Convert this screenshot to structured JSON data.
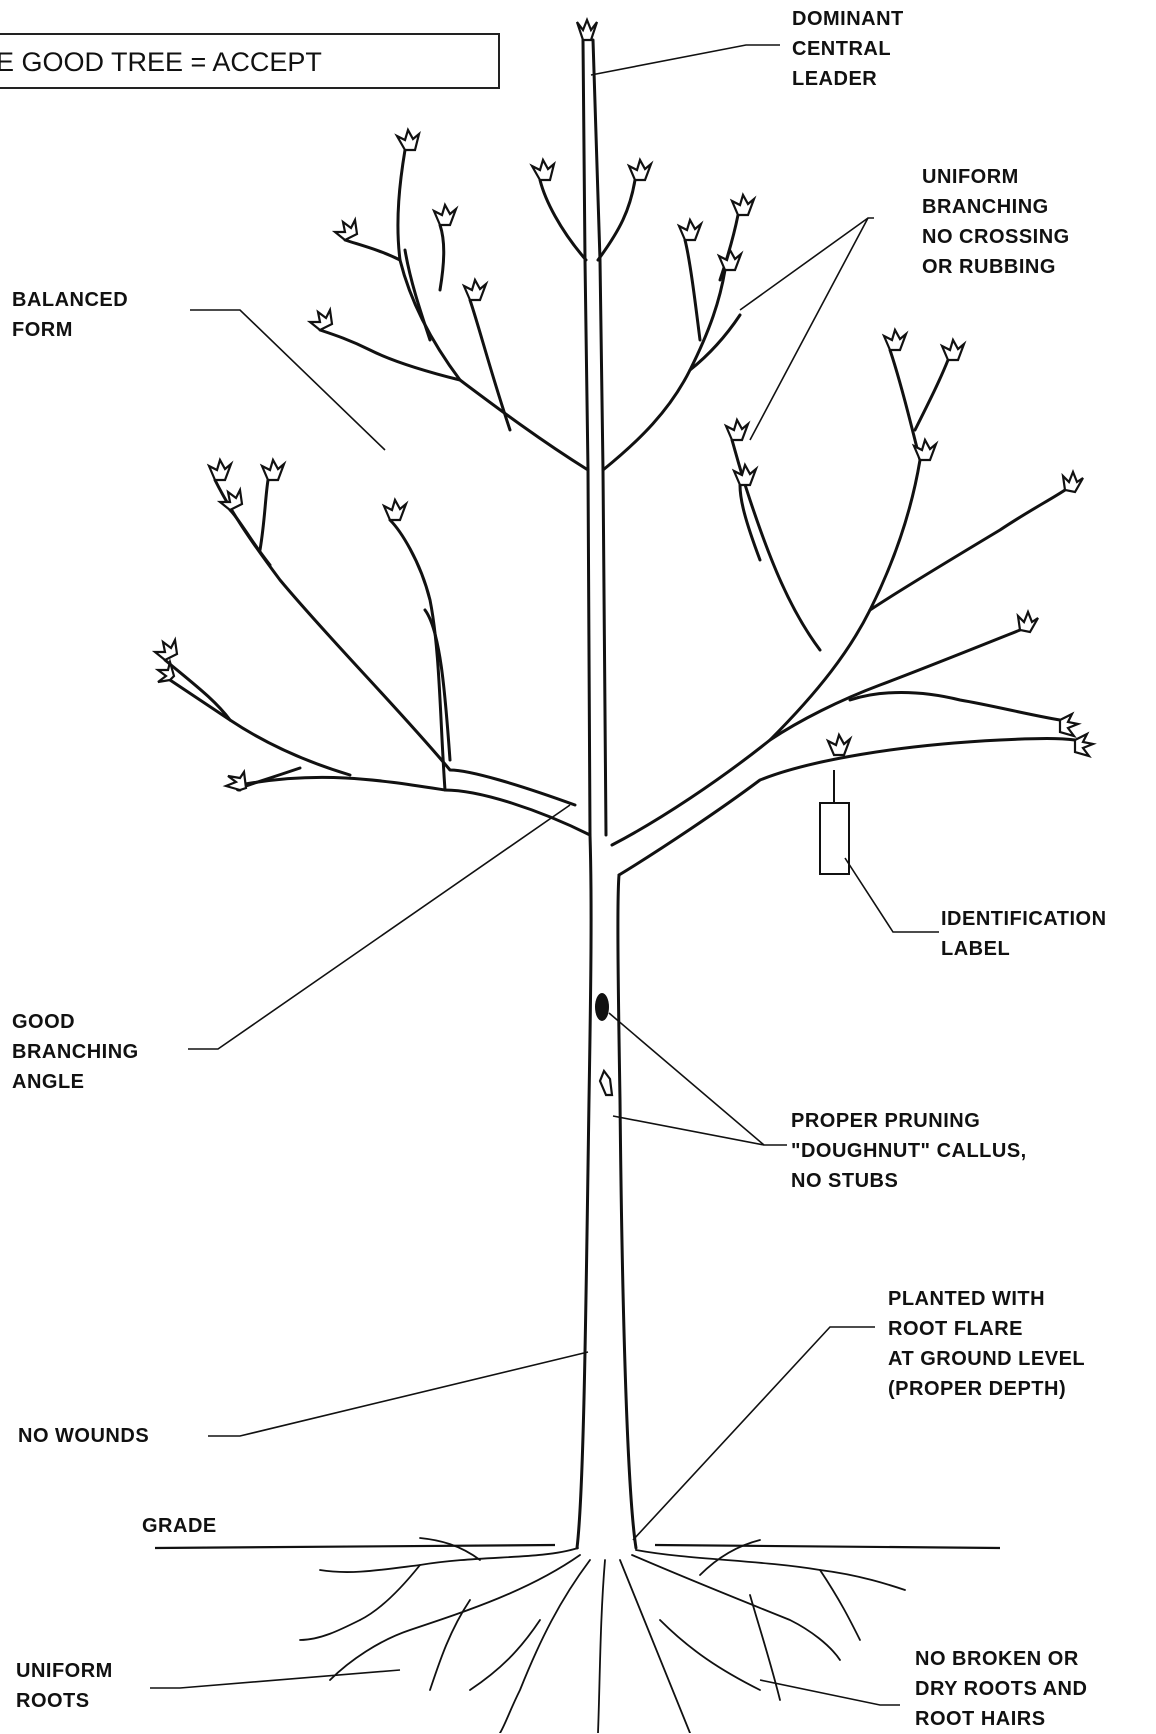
{
  "title": "E GOOD TREE = ACCEPT",
  "labels": {
    "dominant_central_leader": [
      "DOMINANT",
      "CENTRAL",
      "LEADER"
    ],
    "uniform_branching": [
      "UNIFORM",
      "BRANCHING",
      "NO  CROSSING",
      "OR  RUBBING"
    ],
    "balanced_form": [
      "BALANCED",
      "FORM"
    ],
    "identification_label": [
      "IDENTIFICATION",
      "LABEL"
    ],
    "good_branching_angle": [
      "GOOD",
      "BRANCHING",
      "ANGLE"
    ],
    "proper_pruning": [
      "PROPER  PRUNING",
      "\"DOUGHNUT\"  CALLUS,",
      "NO  STUBS"
    ],
    "planted_with": [
      "PLANTED  WITH",
      "ROOT  FLARE",
      "AT  GROUND  LEVEL",
      "(PROPER  DEPTH)"
    ],
    "no_wounds": [
      "NO   WOUNDS"
    ],
    "grade": [
      "GRADE"
    ],
    "uniform_roots": [
      "UNIFORM",
      "ROOTS"
    ],
    "no_broken": [
      "NO  BROKEN  OR",
      "DRY  ROOTS  AND",
      "ROOT  HAIRS"
    ]
  }
}
